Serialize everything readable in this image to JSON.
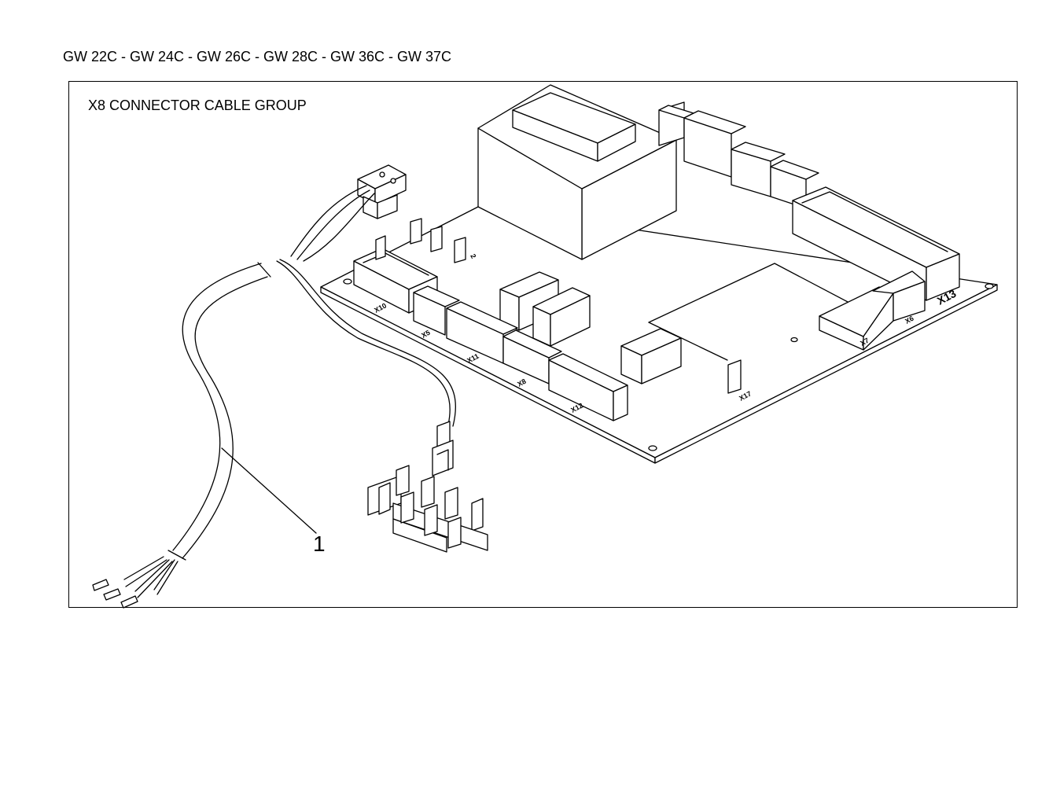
{
  "header": {
    "models": "GW 22C - GW 24C - GW 26C - GW 28C - GW 36C - GW 37C"
  },
  "diagram": {
    "title": "X8 CONNECTOR CABLE GROUP",
    "callout_number": "1",
    "connector_labels": {
      "x13": "X13",
      "x8": "X8",
      "x7": "X7",
      "x17": "X17",
      "x5": "X5",
      "x6": "X6",
      "x11": "X11",
      "x10": "X10",
      "x12": "X12",
      "pin_2": "2"
    }
  }
}
